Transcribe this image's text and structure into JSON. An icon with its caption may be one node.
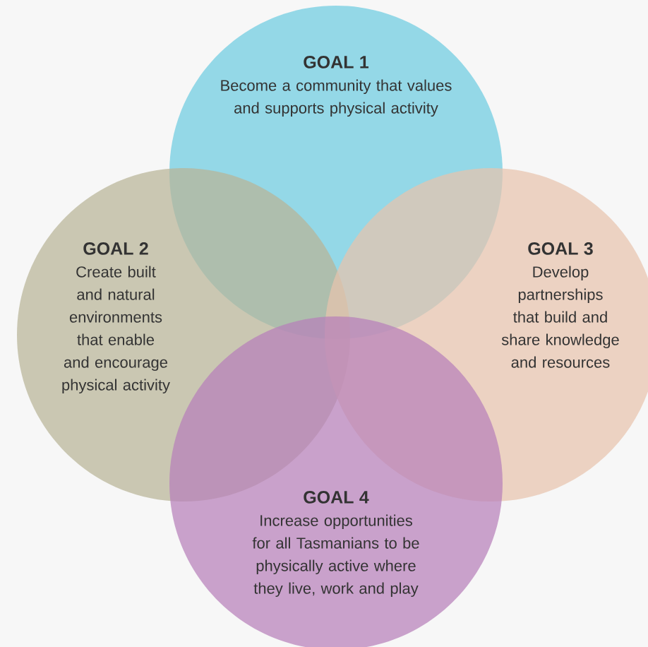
{
  "diagram": {
    "nodes": [
      {
        "text": [
          "GOAL 1",
          "Become a community that values and supports physical activity"
        ]
      },
      {
        "text": [
          "GOAL 2",
          "Create built and natural environments that enable and encourage physical activity"
        ]
      },
      {
        "text": [
          "GOAL 3",
          "Develop partnerships that build and share knowledge and resources"
        ]
      },
      {
        "text": [
          "GOAL 4",
          "Increase opportunities for all Tasmanians to be physically active where they live, work and play"
        ]
      }
    ]
  }
}
